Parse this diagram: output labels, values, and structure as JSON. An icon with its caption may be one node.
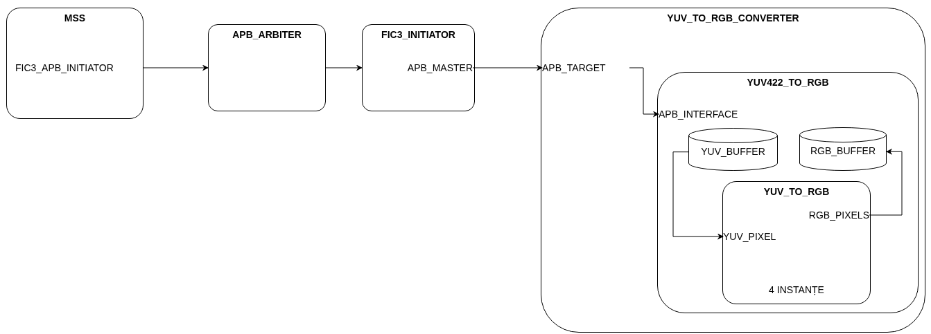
{
  "diagram": {
    "nodes": [
      {
        "text": [
          "MSS"
        ]
      },
      {
        "text": [
          "FIC3_APB_INITIATOR"
        ],
        "in": 0
      },
      {
        "text": [
          "APB_ARBITER"
        ]
      },
      {
        "text": [
          "FIC3_INITIATOR"
        ]
      },
      {
        "text": [
          "APB_MASTER"
        ],
        "in": 3
      },
      {
        "text": [
          "YUV_TO_RGB_CONVERTER"
        ]
      },
      {
        "text": [
          "APB_TARGET"
        ],
        "in": 5
      },
      {
        "text": [
          "YUV422_TO_RGB"
        ],
        "in": 5
      },
      {
        "text": [
          "APB_INTERFACE"
        ],
        "in": 7
      },
      {
        "text": [
          "YUV_BUFFER"
        ],
        "in": 7
      },
      {
        "text": [
          "RGB_BUFFER"
        ],
        "in": 7
      },
      {
        "text": [
          "YUV_TO_RGB",
          "4 INSTANȚE"
        ],
        "in": 7
      },
      {
        "text": [
          "RGB_PIXELS"
        ],
        "in": 11
      },
      {
        "text": [
          "YUV_PIXEL"
        ],
        "in": 11
      }
    ],
    "edges": [
      {
        "from": 1,
        "to": 2,
        "arrow": "to"
      },
      {
        "from": 2,
        "to": 3,
        "arrow": "to"
      },
      {
        "from": 4,
        "to": 6,
        "arrow": "to"
      },
      {
        "from": 6,
        "to": 8,
        "arrow": "to"
      },
      {
        "from": 9,
        "to": 13,
        "arrow": "to"
      },
      {
        "from": 12,
        "to": 10,
        "arrow": "to"
      }
    ]
  }
}
